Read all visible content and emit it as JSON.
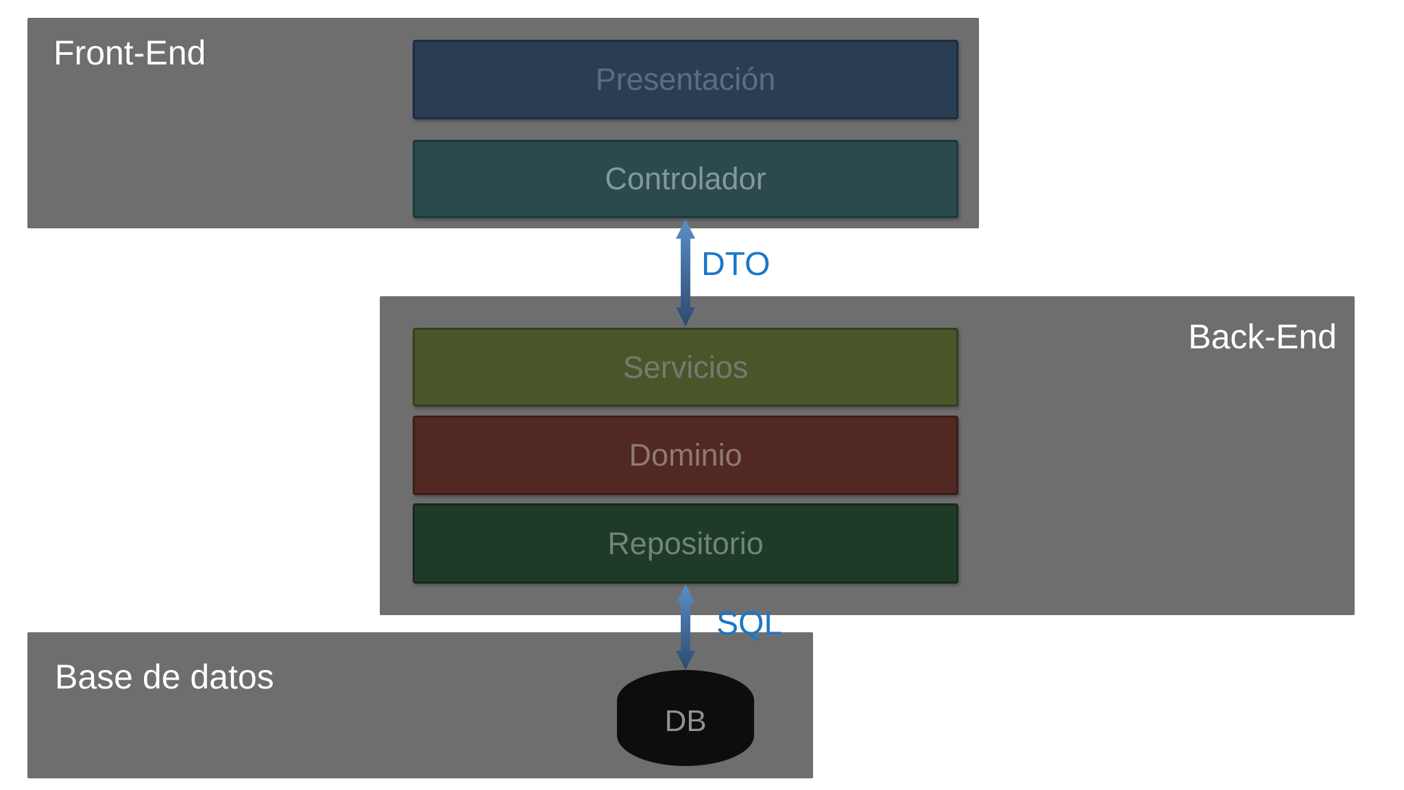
{
  "containers": {
    "frontend": {
      "label": "Front-End"
    },
    "backend": {
      "label": "Back-End"
    },
    "database": {
      "label": "Base de datos"
    }
  },
  "layers": {
    "presentacion": {
      "label": "Presentación",
      "color": "#293e52"
    },
    "controlador": {
      "label": "Controlador",
      "color": "#2a4a4e"
    },
    "servicios": {
      "label": "Servicios",
      "color": "#4a5629"
    },
    "dominio": {
      "label": "Dominio",
      "color": "#522823"
    },
    "repositorio": {
      "label": "Repositorio",
      "color": "#1e3b28"
    }
  },
  "connectors": {
    "dto": {
      "label": "DTO"
    },
    "sql": {
      "label": "SQL"
    }
  },
  "database_icon": {
    "label": "DB",
    "color": "#0d0d0d"
  },
  "colors": {
    "container_gray": "#6f6e6f",
    "connector_label_blue": "#1b76c8",
    "arrow_gradient_top": "#5b8fc9",
    "arrow_gradient_bottom": "#2c4a6e",
    "page_background": "#ffffff"
  }
}
